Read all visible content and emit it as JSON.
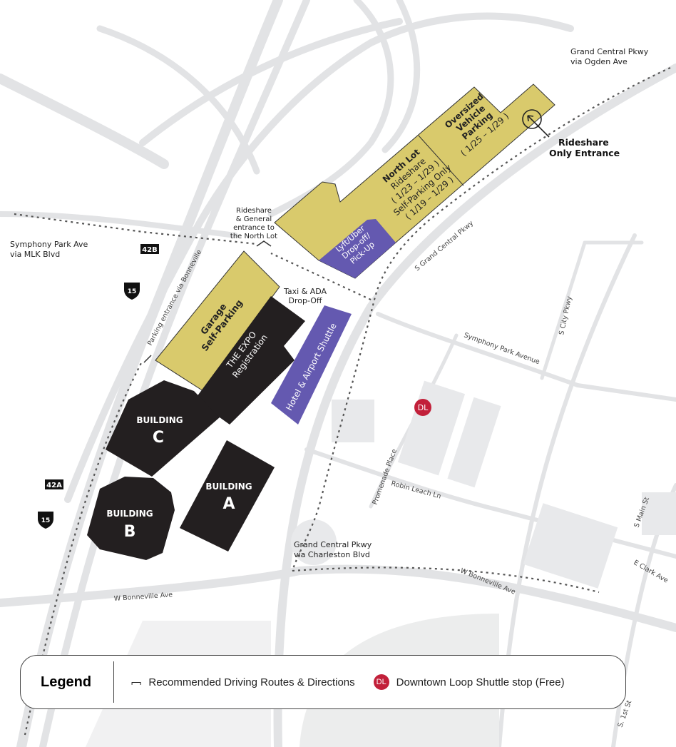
{
  "colors": {
    "lot": "#d9ca6c",
    "rideshare": "#6459b0",
    "building": "#231f20",
    "road": "#e2e3e5",
    "shuttle": "#c2203a"
  },
  "lots": {
    "north_lot": {
      "title": "North Lot",
      "line1": "Rideshare",
      "line2": "( 1/23 – 1/29 )",
      "line3": "Self-Parking Only",
      "line4": "( 1/19 – 1/29 )"
    },
    "oversized": {
      "line1": "Oversized",
      "line2": "Vehicle",
      "line3": "Parking",
      "dates": "( 1/25 – 1/29 )"
    },
    "lyft_uber": {
      "line1": "Lyft/Uber",
      "line2": "Drop-off/",
      "line3": "Pick-Up"
    },
    "garage": {
      "line1": "Garage",
      "line2": "Self-Parking"
    },
    "expo": {
      "line1": "THE EXPO",
      "line2": "Registration"
    },
    "hotel": {
      "label": "Hotel & Airport Shuttle"
    }
  },
  "buildings": {
    "a": {
      "name": "BUILDING",
      "letter": "A"
    },
    "b": {
      "name": "BUILDING",
      "letter": "B"
    },
    "c": {
      "name": "BUILDING",
      "letter": "C"
    }
  },
  "labels": {
    "gcp_ogden_1": "Grand Central Pkwy",
    "gcp_ogden_2": "via Ogden Ave",
    "rideshare_entrance_1": "Rideshare",
    "rideshare_entrance_2": "Only Entrance",
    "symphony_1": "Symphony Park Ave",
    "symphony_2": "via MLK Blvd",
    "general_1": "Rideshare",
    "general_2": "& General",
    "general_3": "entrance to",
    "general_4": "the North Lot",
    "taxi_1": "Taxi & ADA",
    "taxi_2": "Drop-Off",
    "parking_entrance": "Parking entrance via Bonneville",
    "s_grand_central": "S Grand Central Pkwy",
    "symphony_park_avenue": "Symphony Park Avenue",
    "s_city_pkwy": "S City Pkwy",
    "promenade": "Promenade Place",
    "robin_leach": "Robin Leach Ln",
    "gcp_charleston_1": "Grand Central Pkwy",
    "gcp_charleston_2": "via Charleston Blvd",
    "w_bonneville_1": "W Bonneville Ave",
    "w_bonneville_2": "W Bonneville Ave",
    "s_main": "S Main St",
    "e_clark": "E Clark Ave",
    "s_1st": "S. 1st St",
    "exit_42b": "42B",
    "exit_42a": "42A",
    "i15_a": "15",
    "i15_b": "15",
    "dl": "DL"
  },
  "legend": {
    "title": "Legend",
    "route_icon": "route-chevron-icon",
    "route_label": "Recommended Driving Routes & Directions",
    "shuttle_badge": "DL",
    "shuttle_label": "Downtown Loop Shuttle stop (Free)"
  }
}
